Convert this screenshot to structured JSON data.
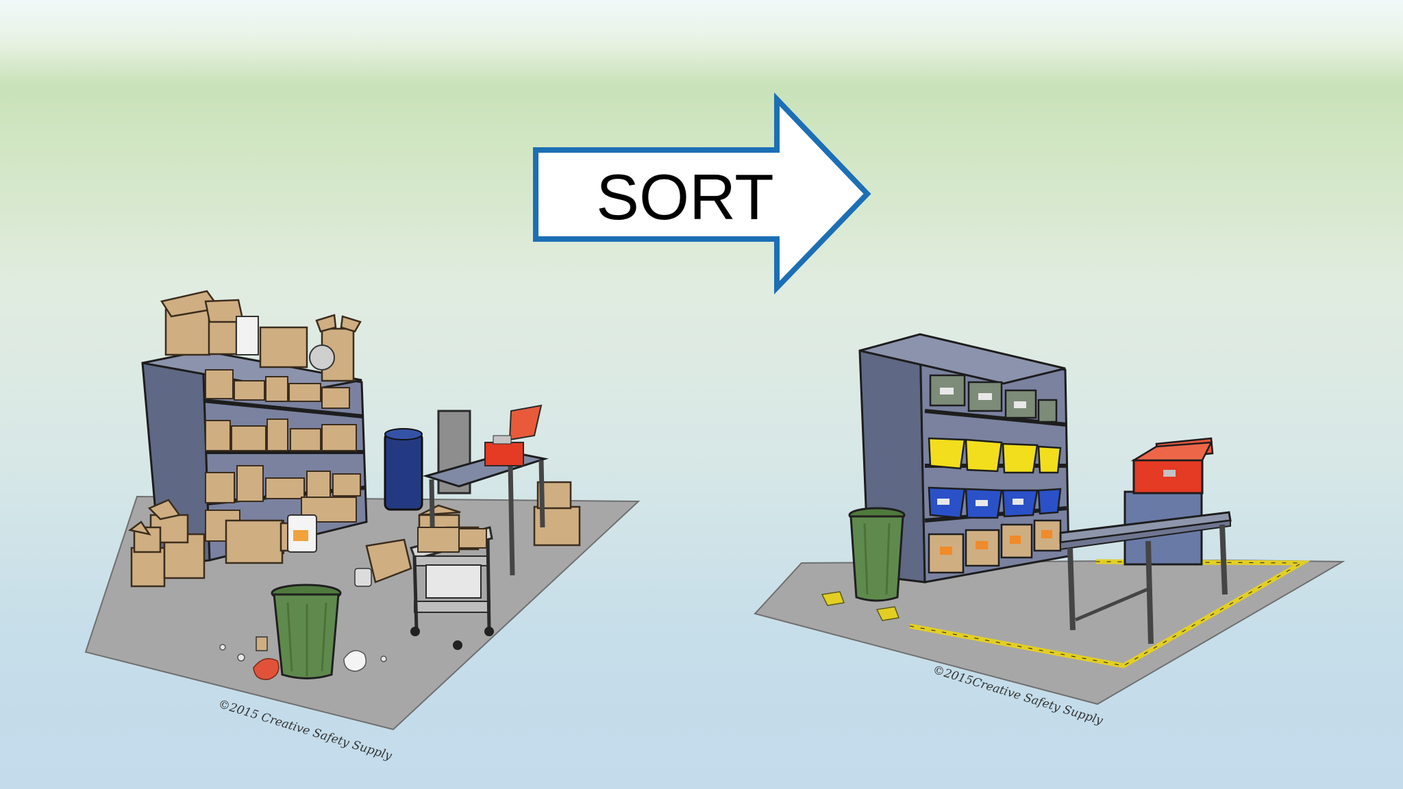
{
  "slide": {
    "arrow_label": "SORT",
    "colors": {
      "arrow_stroke": "#1c6fb5",
      "arrow_fill": "#ffffff",
      "floor": "#a7a7a7",
      "shelf": "#6d7591",
      "box": "#cfae82",
      "trash_can": "#5f8a4d",
      "tool_box": "#e53a24",
      "yellow_bin": "#f2de1c",
      "blue_bin": "#2a51c8",
      "gray_bin": "#7c8c78",
      "floor_tape": "#e3cf23"
    }
  },
  "before_scene": {
    "caption": "©2015 Creative Safety Supply",
    "icons": [
      "cluttered-shelf-icon",
      "cardboard-box-icon",
      "barrel-icon",
      "trash-can-icon",
      "tool-box-icon",
      "cart-icon",
      "work-table-icon",
      "litter-icon"
    ]
  },
  "after_scene": {
    "caption": "©2015Creative Safety Supply",
    "icons": [
      "organized-shelf-icon",
      "storage-bin-icon",
      "trash-can-icon",
      "tool-box-icon",
      "work-table-icon",
      "floor-tape-icon"
    ]
  }
}
